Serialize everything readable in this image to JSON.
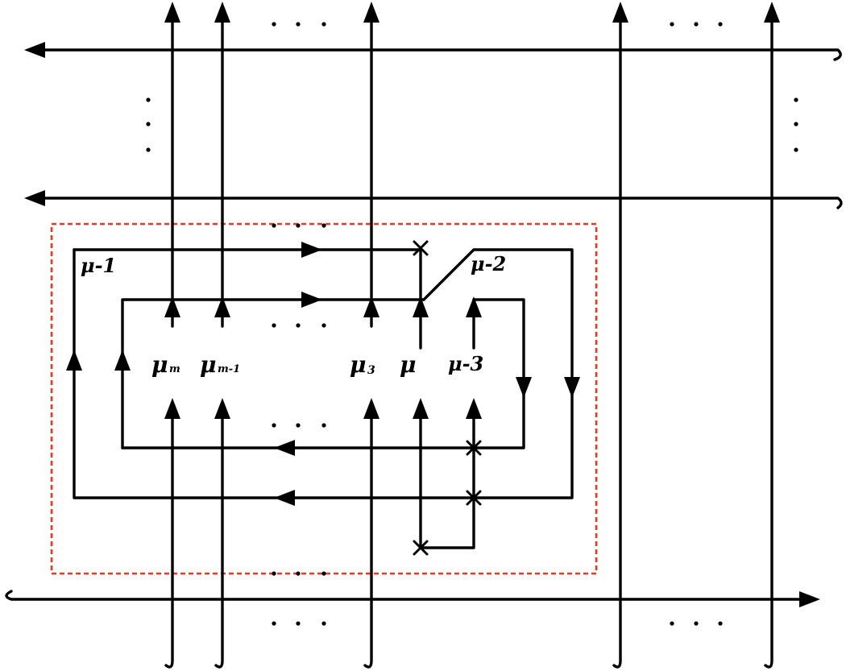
{
  "diagram": {
    "labels": {
      "loop_outer": "μ-1",
      "loop_right": "μ-2",
      "mu_m": "μ",
      "mu_m_sub": "m",
      "mu_m1": "μ",
      "mu_m1_sub": "m-1",
      "mu_3": "μ",
      "mu_3_sub": "3",
      "mu": "μ",
      "mu_minus3": "μ-3"
    },
    "colors": {
      "lines": "#000000",
      "dashed_frame": "#e53a2a"
    }
  }
}
